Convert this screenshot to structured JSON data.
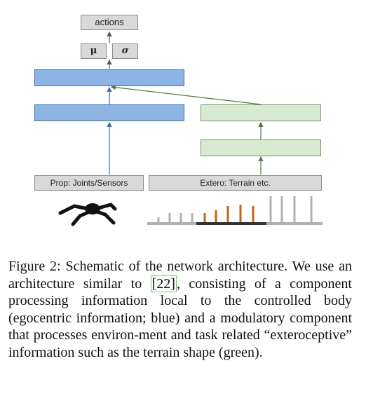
{
  "diagram": {
    "actions_label": "actions",
    "mu_label": "μ",
    "sigma_label": "σ",
    "prop_label": "Prop: Joints/Sensors",
    "extero_label": "Extero: Terrain etc."
  },
  "caption": {
    "figure_label": "Figure 2:",
    "text_before_ref": "Schematic of the network architecture. We use an architecture similar to ",
    "ref": "[22]",
    "text_after_ref": ", consisting of a component processing information local to the controlled body (egocentric information; blue) and a modulatory component that processes environ-ment and task related “exteroceptive” information such as the terrain shape (green)."
  },
  "colors": {
    "blue": "#8eb4e3",
    "green": "#d9ead3",
    "gray": "#d9d9d9",
    "terrain_orange": "#c0641a"
  }
}
